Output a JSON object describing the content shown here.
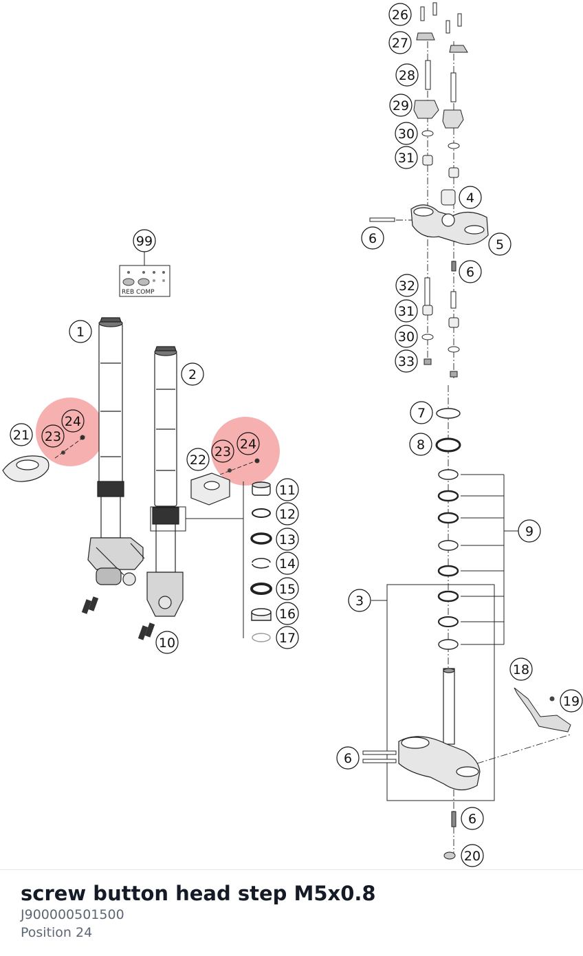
{
  "diagram": {
    "callouts": [
      {
        "id": "c26",
        "label": "26"
      },
      {
        "id": "c27",
        "label": "27"
      },
      {
        "id": "c28",
        "label": "28"
      },
      {
        "id": "c29",
        "label": "29"
      },
      {
        "id": "c30a",
        "label": "30"
      },
      {
        "id": "c31a",
        "label": "31"
      },
      {
        "id": "c4",
        "label": "4"
      },
      {
        "id": "c6a",
        "label": "6"
      },
      {
        "id": "c5",
        "label": "5"
      },
      {
        "id": "c6b",
        "label": "6"
      },
      {
        "id": "c32",
        "label": "32"
      },
      {
        "id": "c31b",
        "label": "31"
      },
      {
        "id": "c30b",
        "label": "30"
      },
      {
        "id": "c33",
        "label": "33"
      },
      {
        "id": "c7",
        "label": "7"
      },
      {
        "id": "c8",
        "label": "8"
      },
      {
        "id": "c9",
        "label": "9"
      },
      {
        "id": "c3",
        "label": "3"
      },
      {
        "id": "c18",
        "label": "18"
      },
      {
        "id": "c19",
        "label": "19"
      },
      {
        "id": "c6c",
        "label": "6"
      },
      {
        "id": "c6d",
        "label": "6"
      },
      {
        "id": "c20",
        "label": "20"
      },
      {
        "id": "c99",
        "label": "99"
      },
      {
        "id": "c1",
        "label": "1"
      },
      {
        "id": "c2",
        "label": "2"
      },
      {
        "id": "c21",
        "label": "21"
      },
      {
        "id": "c23a",
        "label": "23"
      },
      {
        "id": "c24a",
        "label": "24"
      },
      {
        "id": "c22",
        "label": "22"
      },
      {
        "id": "c23b",
        "label": "23"
      },
      {
        "id": "c24b",
        "label": "24"
      },
      {
        "id": "c11",
        "label": "11"
      },
      {
        "id": "c12",
        "label": "12"
      },
      {
        "id": "c13",
        "label": "13"
      },
      {
        "id": "c14",
        "label": "14"
      },
      {
        "id": "c15",
        "label": "15"
      },
      {
        "id": "c16",
        "label": "16"
      },
      {
        "id": "c17",
        "label": "17"
      },
      {
        "id": "c10",
        "label": "10"
      }
    ],
    "legend_card_text": "REB COMP",
    "highlight_color": "#f07070",
    "line_color": "#222222"
  },
  "part": {
    "title": "screw button head step M5x0.8",
    "number": "J900000501500",
    "position": "Position 24"
  }
}
